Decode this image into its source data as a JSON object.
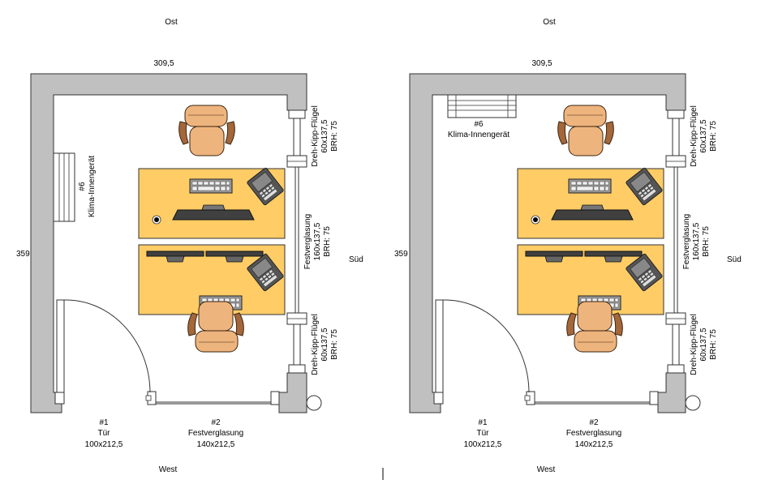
{
  "plans": [
    {
      "id": "left",
      "compass": {
        "north_top": "Ost",
        "bottom": "West",
        "right": "Süd"
      },
      "dims": {
        "width": "309,5",
        "height": "359"
      },
      "climate": {
        "num": "#6",
        "label": "Klima-Innengerät"
      },
      "window_top": {
        "line1": "Dreh-Kipp-Flügel",
        "line2": "60x137,5",
        "line3": "BRH: 75"
      },
      "window_mid": {
        "line1": "Festverglasung",
        "line2": "160x137,5",
        "line3": "BRH: 75"
      },
      "window_bottom": {
        "line1": "Dreh-Kipp-Flügel",
        "line2": "60x137,5",
        "line3": "BRH: 75"
      },
      "door": {
        "num": "#1",
        "label": "Tür",
        "size": "100x212,5"
      },
      "glazing": {
        "num": "#2",
        "label": "Festverglasung",
        "size": "140x212,5"
      }
    },
    {
      "id": "right",
      "compass": {
        "north_top": "Ost",
        "bottom": "West",
        "right": "Süd"
      },
      "dims": {
        "width": "309,5",
        "height": "359"
      },
      "climate": {
        "num": "#6",
        "label": "Klima-Innengerät"
      },
      "window_top": {
        "line1": "Dreh-Kipp-Flügel",
        "line2": "60x137,5",
        "line3": "BRH: 75"
      },
      "window_mid": {
        "line1": "Festverglasung",
        "line2": "160x137,5",
        "line3": "BRH: 75"
      },
      "window_bottom": {
        "line1": "Dreh-Kipp-Flügel",
        "line2": "60x137,5",
        "line3": "BRH: 75"
      },
      "door": {
        "num": "#1",
        "label": "Tür",
        "size": "100x212,5"
      },
      "glazing": {
        "num": "#2",
        "label": "Festverglasung",
        "size": "140x212,5"
      }
    }
  ],
  "colors": {
    "wall": "#c0c0c0",
    "desk": "#ffcc66",
    "chair_seat": "#eeb47d",
    "chair_arm": "#a4673a",
    "screen": "#404040",
    "keyboard": "#9a9a9a"
  }
}
